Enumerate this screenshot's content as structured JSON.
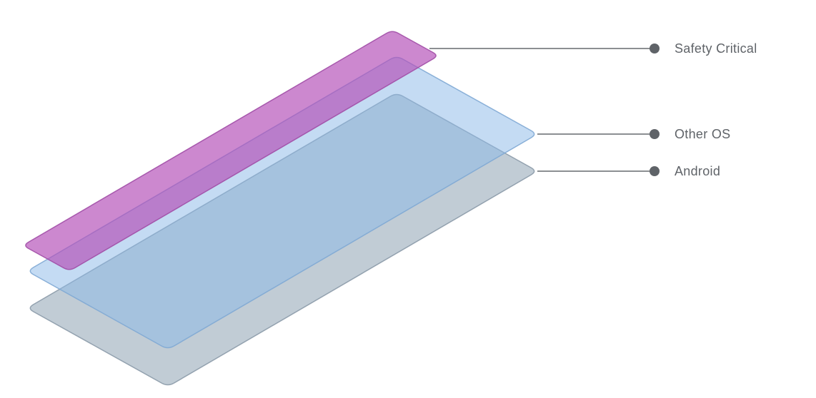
{
  "diagram": {
    "background": "#ffffff",
    "connector_color": "#666a6e",
    "dot_color": "#5f6368",
    "label_color": "#5f6368",
    "layers": [
      {
        "id": "safety-critical",
        "label": "Safety Critical",
        "fill": "#b44fb8",
        "stroke": "#a14ea6"
      },
      {
        "id": "other-os",
        "label": "Other OS",
        "fill": "#8ab7e8",
        "stroke": "#7fa9d4"
      },
      {
        "id": "android",
        "label": "Android",
        "fill": "#9fb0bf",
        "stroke": "#8b9aa8"
      }
    ]
  }
}
